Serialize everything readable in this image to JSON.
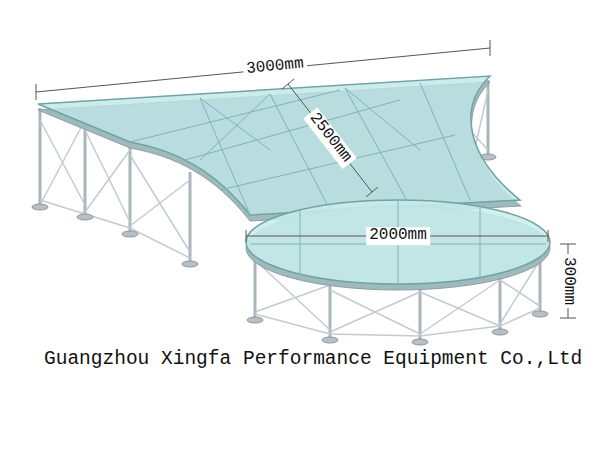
{
  "diagram": {
    "labels": [
      "3000mm",
      "2500mm",
      "2000mm",
      "300mm",
      "Guangzhou Xingfa Performance Equipment Co.,Ltd"
    ]
  }
}
